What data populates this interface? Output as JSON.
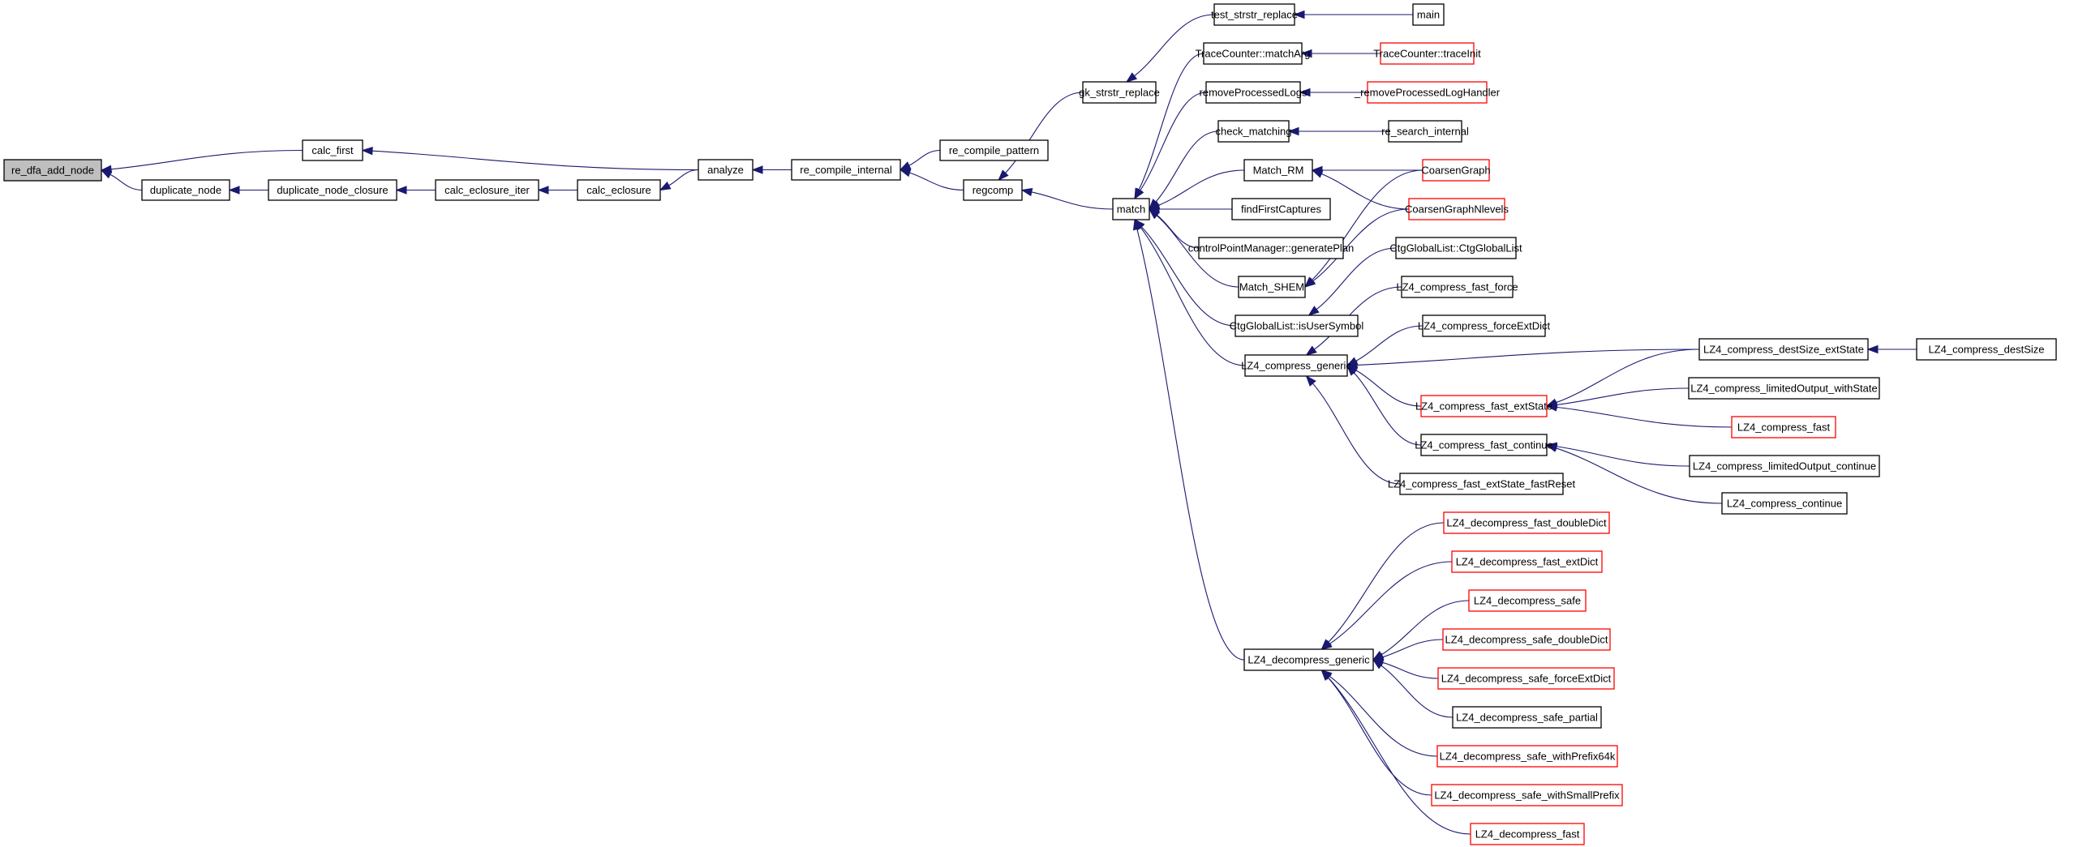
{
  "diagram": {
    "type": "caller-graph",
    "colors": {
      "edge": "#191970",
      "root_fill": "#bfbfbf",
      "node_border": "#000000",
      "truncated_border": "#ff0000"
    },
    "nodes": [
      {
        "id": "re_dfa_add_node",
        "label": "re_dfa_add_node",
        "root": true
      },
      {
        "id": "calc_first",
        "label": "calc_first"
      },
      {
        "id": "duplicate_node",
        "label": "duplicate_node"
      },
      {
        "id": "duplicate_node_closure",
        "label": "duplicate_node_closure"
      },
      {
        "id": "calc_eclosure_iter",
        "label": "calc_eclosure_iter"
      },
      {
        "id": "calc_eclosure",
        "label": "calc_eclosure"
      },
      {
        "id": "analyze",
        "label": "analyze"
      },
      {
        "id": "re_compile_internal",
        "label": "re_compile_internal"
      },
      {
        "id": "re_compile_pattern",
        "label": "re_compile_pattern"
      },
      {
        "id": "regcomp",
        "label": "regcomp"
      },
      {
        "id": "gk_strstr_replace",
        "label": "gk_strstr_replace"
      },
      {
        "id": "match",
        "label": "match"
      },
      {
        "id": "test_strstr_replace",
        "label": "test_strstr_replace"
      },
      {
        "id": "main",
        "label": "main"
      },
      {
        "id": "TraceCounter_matchArg",
        "label": "TraceCounter::matchArg"
      },
      {
        "id": "TraceCounter_traceInit",
        "label": "TraceCounter::traceInit",
        "red": true
      },
      {
        "id": "removeProcessedLogs",
        "label": "removeProcessedLogs"
      },
      {
        "id": "_removeProcessedLogHandler",
        "label": "_removeProcessedLogHandler",
        "red": true
      },
      {
        "id": "check_matching",
        "label": "check_matching"
      },
      {
        "id": "re_search_internal",
        "label": "re_search_internal"
      },
      {
        "id": "Match_RM",
        "label": "Match_RM"
      },
      {
        "id": "CoarsenGraph",
        "label": "CoarsenGraph",
        "red": true
      },
      {
        "id": "CoarsenGraphNlevels",
        "label": "CoarsenGraphNlevels",
        "red": true
      },
      {
        "id": "findFirstCaptures",
        "label": "findFirstCaptures"
      },
      {
        "id": "controlPointManager_generatePlan",
        "label": "controlPointManager::generatePlan"
      },
      {
        "id": "CtgGlobalList_CtgGlobalList",
        "label": "CtgGlobalList::CtgGlobalList"
      },
      {
        "id": "Match_SHEM",
        "label": "Match_SHEM"
      },
      {
        "id": "LZ4_compress_fast_force",
        "label": "LZ4_compress_fast_force"
      },
      {
        "id": "CtgGlobalList_isUserSymbol",
        "label": "CtgGlobalList::isUserSymbol"
      },
      {
        "id": "LZ4_compress_forceExtDict",
        "label": "LZ4_compress_forceExtDict"
      },
      {
        "id": "LZ4_compress_generic",
        "label": "LZ4_compress_generic"
      },
      {
        "id": "LZ4_compress_destSize_extState",
        "label": "LZ4_compress_destSize_extState"
      },
      {
        "id": "LZ4_compress_destSize",
        "label": "LZ4_compress_destSize"
      },
      {
        "id": "LZ4_compress_limitedOutput_withState",
        "label": "LZ4_compress_limitedOutput_withState"
      },
      {
        "id": "LZ4_compress_fast_extState",
        "label": "LZ4_compress_fast_extState",
        "red": true
      },
      {
        "id": "LZ4_compress_fast",
        "label": "LZ4_compress_fast",
        "red": true
      },
      {
        "id": "LZ4_compress_fast_continue",
        "label": "LZ4_compress_fast_continue"
      },
      {
        "id": "LZ4_compress_limitedOutput_continue",
        "label": "LZ4_compress_limitedOutput_continue"
      },
      {
        "id": "LZ4_compress_fast_extState_fastReset",
        "label": "LZ4_compress_fast_extState_fastReset"
      },
      {
        "id": "LZ4_compress_continue",
        "label": "LZ4_compress_continue"
      },
      {
        "id": "LZ4_decompress_fast_doubleDict",
        "label": "LZ4_decompress_fast_doubleDict",
        "red": true
      },
      {
        "id": "LZ4_decompress_fast_extDict",
        "label": "LZ4_decompress_fast_extDict",
        "red": true
      },
      {
        "id": "LZ4_decompress_safe",
        "label": "LZ4_decompress_safe",
        "red": true
      },
      {
        "id": "LZ4_decompress_safe_doubleDict",
        "label": "LZ4_decompress_safe_doubleDict",
        "red": true
      },
      {
        "id": "LZ4_decompress_generic",
        "label": "LZ4_decompress_generic"
      },
      {
        "id": "LZ4_decompress_safe_forceExtDict",
        "label": "LZ4_decompress_safe_forceExtDict",
        "red": true
      },
      {
        "id": "LZ4_decompress_safe_partial",
        "label": "LZ4_decompress_safe_partial"
      },
      {
        "id": "LZ4_decompress_safe_withPrefix64k",
        "label": "LZ4_decompress_safe_withPrefix64k",
        "red": true
      },
      {
        "id": "LZ4_decompress_safe_withSmallPrefix",
        "label": "LZ4_decompress_safe_withSmallPrefix",
        "red": true
      },
      {
        "id": "LZ4_decompress_fast",
        "label": "LZ4_decompress_fast",
        "red": true
      }
    ],
    "edges": [
      {
        "from": "calc_first",
        "to": "re_dfa_add_node"
      },
      {
        "from": "duplicate_node",
        "to": "re_dfa_add_node"
      },
      {
        "from": "duplicate_node_closure",
        "to": "duplicate_node"
      },
      {
        "from": "calc_eclosure_iter",
        "to": "duplicate_node_closure"
      },
      {
        "from": "calc_eclosure",
        "to": "calc_eclosure_iter"
      },
      {
        "from": "analyze",
        "to": "calc_first"
      },
      {
        "from": "analyze",
        "to": "calc_eclosure"
      },
      {
        "from": "re_compile_internal",
        "to": "analyze"
      },
      {
        "from": "re_compile_pattern",
        "to": "re_compile_internal"
      },
      {
        "from": "regcomp",
        "to": "re_compile_internal"
      },
      {
        "from": "gk_strstr_replace",
        "to": "regcomp"
      },
      {
        "from": "match",
        "to": "regcomp"
      },
      {
        "from": "test_strstr_replace",
        "to": "gk_strstr_replace"
      },
      {
        "from": "main",
        "to": "test_strstr_replace"
      },
      {
        "from": "TraceCounter_matchArg",
        "to": "match"
      },
      {
        "from": "TraceCounter_traceInit",
        "to": "TraceCounter_matchArg"
      },
      {
        "from": "removeProcessedLogs",
        "to": "match"
      },
      {
        "from": "_removeProcessedLogHandler",
        "to": "removeProcessedLogs"
      },
      {
        "from": "check_matching",
        "to": "match"
      },
      {
        "from": "re_search_internal",
        "to": "check_matching"
      },
      {
        "from": "Match_RM",
        "to": "match"
      },
      {
        "from": "CoarsenGraph",
        "to": "Match_RM"
      },
      {
        "from": "CoarsenGraphNlevels",
        "to": "Match_RM"
      },
      {
        "from": "findFirstCaptures",
        "to": "match"
      },
      {
        "from": "controlPointManager_generatePlan",
        "to": "match"
      },
      {
        "from": "Match_SHEM",
        "to": "match"
      },
      {
        "from": "CoarsenGraph",
        "to": "Match_SHEM"
      },
      {
        "from": "CoarsenGraphNlevels",
        "to": "Match_SHEM"
      },
      {
        "from": "CtgGlobalList_isUserSymbol",
        "to": "match"
      },
      {
        "from": "CtgGlobalList_CtgGlobalList",
        "to": "CtgGlobalList_isUserSymbol"
      },
      {
        "from": "LZ4_compress_generic",
        "to": "match"
      },
      {
        "from": "LZ4_compress_fast_force",
        "to": "LZ4_compress_generic"
      },
      {
        "from": "LZ4_compress_forceExtDict",
        "to": "LZ4_compress_generic"
      },
      {
        "from": "LZ4_compress_destSize_extState",
        "to": "LZ4_compress_generic"
      },
      {
        "from": "LZ4_compress_fast_extState",
        "to": "LZ4_compress_generic"
      },
      {
        "from": "LZ4_compress_fast_continue",
        "to": "LZ4_compress_generic"
      },
      {
        "from": "LZ4_compress_fast_extState_fastReset",
        "to": "LZ4_compress_generic"
      },
      {
        "from": "LZ4_compress_destSize",
        "to": "LZ4_compress_destSize_extState"
      },
      {
        "from": "LZ4_compress_destSize_extState",
        "to": "LZ4_compress_fast_extState"
      },
      {
        "from": "LZ4_compress_limitedOutput_withState",
        "to": "LZ4_compress_fast_extState"
      },
      {
        "from": "LZ4_compress_fast",
        "to": "LZ4_compress_fast_extState"
      },
      {
        "from": "LZ4_compress_limitedOutput_continue",
        "to": "LZ4_compress_fast_continue"
      },
      {
        "from": "LZ4_compress_continue",
        "to": "LZ4_compress_fast_continue"
      },
      {
        "from": "LZ4_decompress_generic",
        "to": "match"
      },
      {
        "from": "LZ4_decompress_fast_doubleDict",
        "to": "LZ4_decompress_generic"
      },
      {
        "from": "LZ4_decompress_fast_extDict",
        "to": "LZ4_decompress_generic"
      },
      {
        "from": "LZ4_decompress_safe",
        "to": "LZ4_decompress_generic"
      },
      {
        "from": "LZ4_decompress_safe_doubleDict",
        "to": "LZ4_decompress_generic"
      },
      {
        "from": "LZ4_decompress_safe_forceExtDict",
        "to": "LZ4_decompress_generic"
      },
      {
        "from": "LZ4_decompress_safe_partial",
        "to": "LZ4_decompress_generic"
      },
      {
        "from": "LZ4_decompress_safe_withPrefix64k",
        "to": "LZ4_decompress_generic"
      },
      {
        "from": "LZ4_decompress_safe_withSmallPrefix",
        "to": "LZ4_decompress_generic"
      },
      {
        "from": "LZ4_decompress_fast",
        "to": "LZ4_decompress_generic"
      }
    ]
  }
}
